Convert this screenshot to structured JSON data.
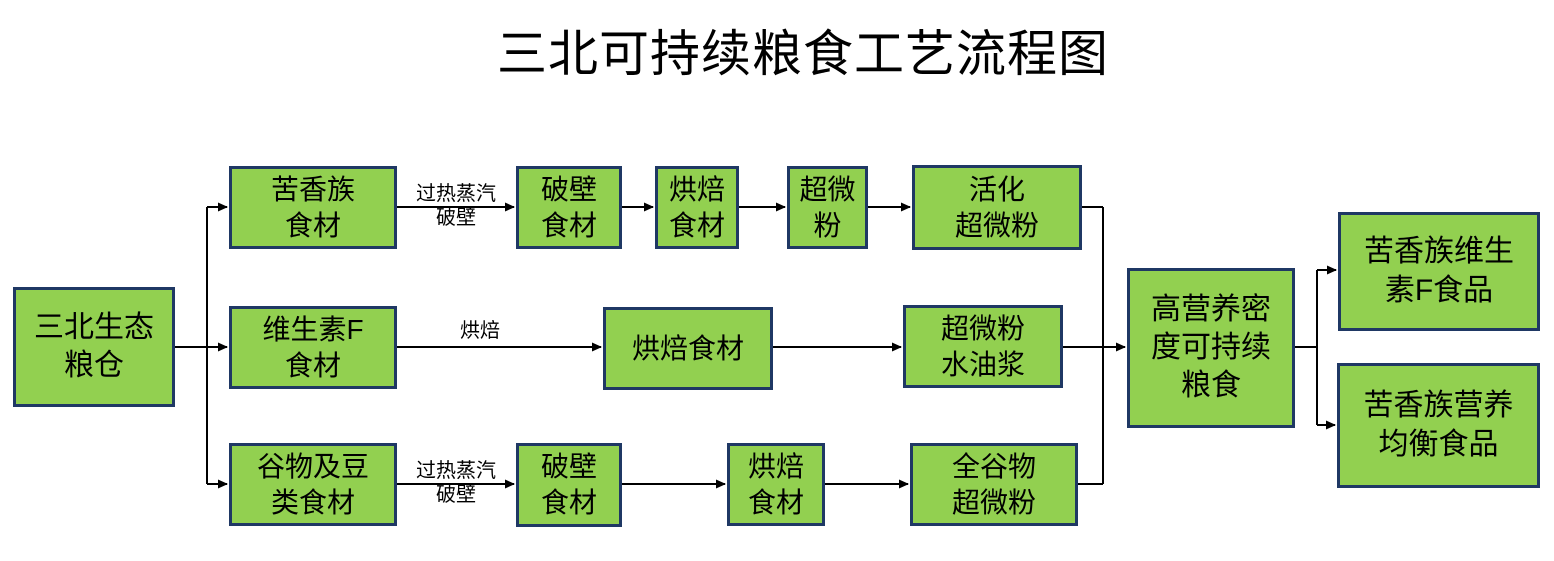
{
  "title": "三北可持续粮食工艺流程图",
  "colors": {
    "node_fill": "#92D050",
    "node_border": "#1F3864",
    "connector": "#000000",
    "text": "#000000",
    "background": "#FFFFFF"
  },
  "nodes": [
    {
      "id": "sanbei-eco-granary",
      "text": "三北生态\n粮仓"
    },
    {
      "id": "bitter-aroma-ingredients",
      "text": "苦香族\n食材"
    },
    {
      "id": "wall-broken-ingredients-top",
      "text": "破壁\n食材"
    },
    {
      "id": "baked-ingredients-top",
      "text": "烘焙\n食材"
    },
    {
      "id": "ultrafine-powder",
      "text": "超微\n粉"
    },
    {
      "id": "activated-ultrafine-powder",
      "text": "活化\n超微粉"
    },
    {
      "id": "vitamin-f-ingredients",
      "text": "维生素F\n食材"
    },
    {
      "id": "baked-ingredients-middle",
      "text": "烘焙食材"
    },
    {
      "id": "ultrafine-powder-water-oil-slurry",
      "text": "超微粉\n水油浆"
    },
    {
      "id": "grain-and-bean-ingredients",
      "text": "谷物及豆\n类食材"
    },
    {
      "id": "wall-broken-ingredients-bottom",
      "text": "破壁\n食材"
    },
    {
      "id": "baked-ingredients-bottom",
      "text": "烘焙\n食材"
    },
    {
      "id": "whole-grain-ultrafine-powder",
      "text": "全谷物\n超微粉"
    },
    {
      "id": "high-nutrient-density-sustainable-grain",
      "text": "高营养密\n度可持续\n粮食"
    },
    {
      "id": "bitter-aroma-vitamin-f-food",
      "text": "苦香族维生\n素F食品"
    },
    {
      "id": "bitter-aroma-balanced-nutrition-food",
      "text": "苦香族营养\n均衡食品"
    }
  ],
  "edge_labels": {
    "top_branch": "过热蒸汽\n破壁",
    "middle_branch": "烘焙",
    "bottom_branch": "过热蒸汽\n破壁"
  },
  "edges": [
    {
      "from": "sanbei-eco-granary",
      "to": "bitter-aroma-ingredients",
      "label": ""
    },
    {
      "from": "sanbei-eco-granary",
      "to": "vitamin-f-ingredients",
      "label": ""
    },
    {
      "from": "sanbei-eco-granary",
      "to": "grain-and-bean-ingredients",
      "label": ""
    },
    {
      "from": "bitter-aroma-ingredients",
      "to": "wall-broken-ingredients-top",
      "label": "过热蒸汽破壁"
    },
    {
      "from": "wall-broken-ingredients-top",
      "to": "baked-ingredients-top",
      "label": ""
    },
    {
      "from": "baked-ingredients-top",
      "to": "ultrafine-powder",
      "label": ""
    },
    {
      "from": "ultrafine-powder",
      "to": "activated-ultrafine-powder",
      "label": ""
    },
    {
      "from": "activated-ultrafine-powder",
      "to": "high-nutrient-density-sustainable-grain",
      "label": ""
    },
    {
      "from": "vitamin-f-ingredients",
      "to": "baked-ingredients-middle",
      "label": "烘焙"
    },
    {
      "from": "baked-ingredients-middle",
      "to": "ultrafine-powder-water-oil-slurry",
      "label": ""
    },
    {
      "from": "ultrafine-powder-water-oil-slurry",
      "to": "high-nutrient-density-sustainable-grain",
      "label": ""
    },
    {
      "from": "grain-and-bean-ingredients",
      "to": "wall-broken-ingredients-bottom",
      "label": "过热蒸汽破壁"
    },
    {
      "from": "wall-broken-ingredients-bottom",
      "to": "baked-ingredients-bottom",
      "label": ""
    },
    {
      "from": "baked-ingredients-bottom",
      "to": "whole-grain-ultrafine-powder",
      "label": ""
    },
    {
      "from": "whole-grain-ultrafine-powder",
      "to": "high-nutrient-density-sustainable-grain",
      "label": ""
    },
    {
      "from": "high-nutrient-density-sustainable-grain",
      "to": "bitter-aroma-vitamin-f-food",
      "label": ""
    },
    {
      "from": "high-nutrient-density-sustainable-grain",
      "to": "bitter-aroma-balanced-nutrition-food",
      "label": ""
    }
  ]
}
